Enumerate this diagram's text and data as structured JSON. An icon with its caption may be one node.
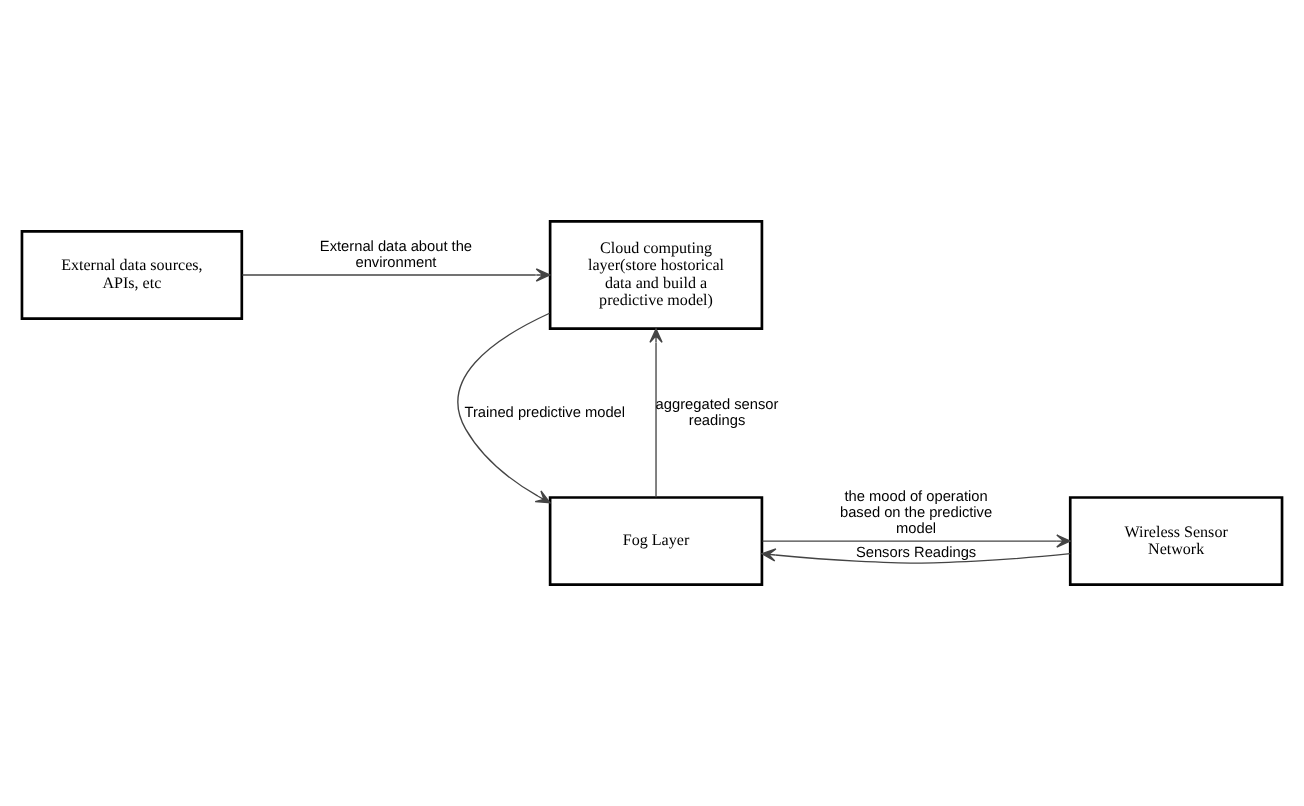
{
  "diagram": {
    "nodes": [
      {
        "text": [
          "External data sources, APIs, etc"
        ]
      },
      {
        "text": [
          "Cloud computing layer(store hostorical data and build a predictive model)"
        ]
      },
      {
        "text": [
          "Wireless Sensor Network"
        ]
      },
      {
        "text": [
          "Fog Layer"
        ]
      }
    ],
    "edges": [
      {
        "from": 0,
        "to": 1,
        "arrow": "to",
        "label": "External data about the environment"
      },
      {
        "from": 1,
        "to": 3,
        "arrow": "to",
        "label": "Trained predictive model"
      },
      {
        "from": 3,
        "to": 1,
        "arrow": "to",
        "label": "aggregated sensor readings"
      },
      {
        "from": 2,
        "to": 3,
        "arrow": "to",
        "label": "Sensors Readings"
      },
      {
        "from": 3,
        "to": 2,
        "arrow": "to",
        "label": "the mood of operation based on the predictive model"
      }
    ]
  }
}
